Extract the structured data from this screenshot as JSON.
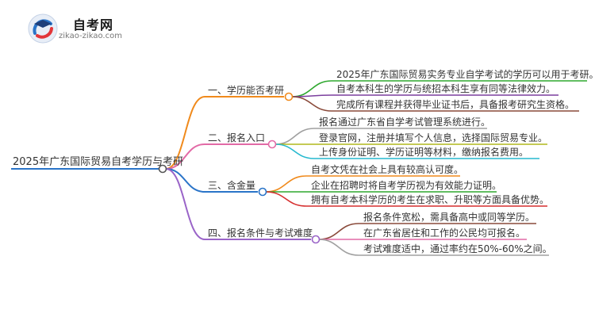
{
  "brand": {
    "name": "自考网",
    "url": "zikao-zikao.com"
  },
  "root": "2025年广东国际贸易自考学历与考研",
  "branches": [
    {
      "label": "一、学历能否考研",
      "color": "#f08a1c",
      "leaves": [
        {
          "text": "2025年广东国际贸易实务专业自学考试的学历可以用于考研。",
          "color": "#2fa82f"
        },
        {
          "text": "自考本科生的学历与统招本科生享有同等法律效力。",
          "color": "#7b3f9e"
        },
        {
          "text": "完成所有课程并获得毕业证书后，具备报考研究生资格。",
          "color": "#8a4a3a"
        }
      ]
    },
    {
      "label": "二、报名入口",
      "color": "#e26aa6",
      "leaves": [
        {
          "text": "报名通过广东省自学考试管理系统进行。",
          "color": "#a0a0a0"
        },
        {
          "text": "登录官网，注册并填写个人信息，选择国际贸易专业。",
          "color": "#b0b81c"
        },
        {
          "text": "上传身份证明、学历证明等材料，缴纳报名费用。",
          "color": "#26b9cf"
        }
      ]
    },
    {
      "label": "三、含金量",
      "color": "#2a74c8",
      "leaves": [
        {
          "text": "自考文凭在社会上具有较高认可度。",
          "color": "#f08a1c"
        },
        {
          "text": "企业在招聘时将自考学历视为有效能力证明。",
          "color": "#2fa82f"
        },
        {
          "text": "拥有自考本科学历的考生在求职、升职等方面具备优势。",
          "color": "#d62e2e"
        }
      ]
    },
    {
      "label": "四、报名条件与考试难度",
      "color": "#9a64c8",
      "leaves": [
        {
          "text": "报名条件宽松，需具备高中或同等学历。",
          "color": "#8a4a3a"
        },
        {
          "text": "在广东省居住和工作的公民均可报名。",
          "color": "#e26aa6"
        },
        {
          "text": "考试难度适中，通过率约在50%-60%之间。",
          "color": "#a0a0a0"
        }
      ]
    }
  ]
}
